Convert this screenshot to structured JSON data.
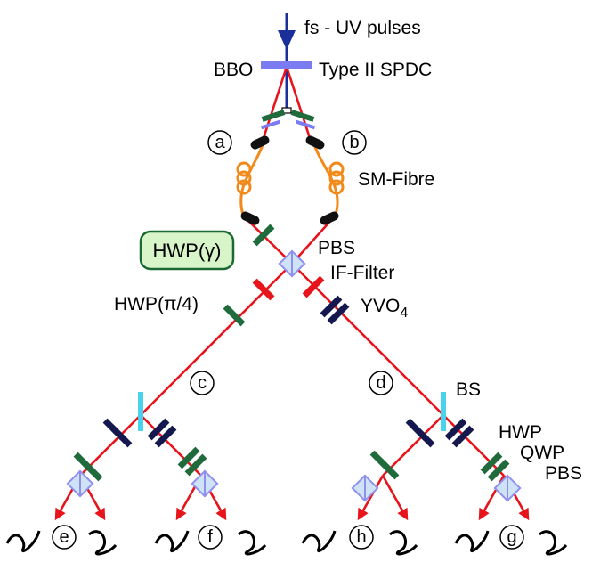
{
  "labels": {
    "source": "fs - UV pulses",
    "bbo": "BBO",
    "spdc": "Type II SPDC",
    "fibre": "SM-Fibre",
    "hwp_gamma": "HWP(γ)",
    "pbs_center": "PBS",
    "if_filter": "IF-Filter",
    "hwp_pi4": "HWP(π/4)",
    "yvo_main": "YVO",
    "yvo_sub": "4",
    "bs": "BS",
    "hwp": "HWP",
    "qwp": "QWP",
    "pbs": "PBS"
  },
  "ports": {
    "a": "a",
    "b": "b",
    "c": "c",
    "d": "d",
    "e": "e",
    "f": "f",
    "g": "g",
    "h": "h"
  },
  "colors": {
    "beam": "#e8141c",
    "pump": "#1a2f9a",
    "crystal": "#7b7bf2",
    "fibre": "#f28a1a",
    "coupler": "#111111",
    "hwp_plate": "#1f6b3b",
    "qwp_plate": "#15184f",
    "if_plate": "#e8141c",
    "bs_plate": "#49d2ee",
    "pbs_cube": "#8f8ff0",
    "pbs_fill": "#cfe3f7",
    "gamma_fill": "#d7f5c8",
    "gamma_stroke": "#1b6a33"
  }
}
